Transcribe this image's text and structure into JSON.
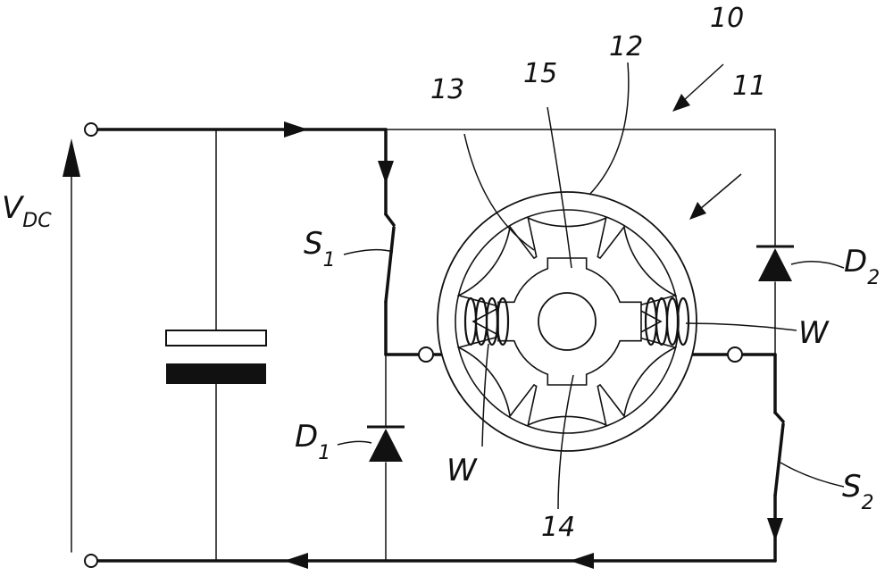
{
  "labels": {
    "v": "V",
    "v_sub": "DC",
    "s1": "S",
    "s1_sub": "1",
    "s2": "S",
    "s2_sub": "2",
    "d1": "D",
    "d1_sub": "1",
    "d2": "D",
    "d2_sub": "2",
    "w_left": "W",
    "w_right": "W",
    "ref10": "10",
    "ref11": "11",
    "ref12": "12",
    "ref13": "13",
    "ref14": "14",
    "ref15": "15"
  }
}
